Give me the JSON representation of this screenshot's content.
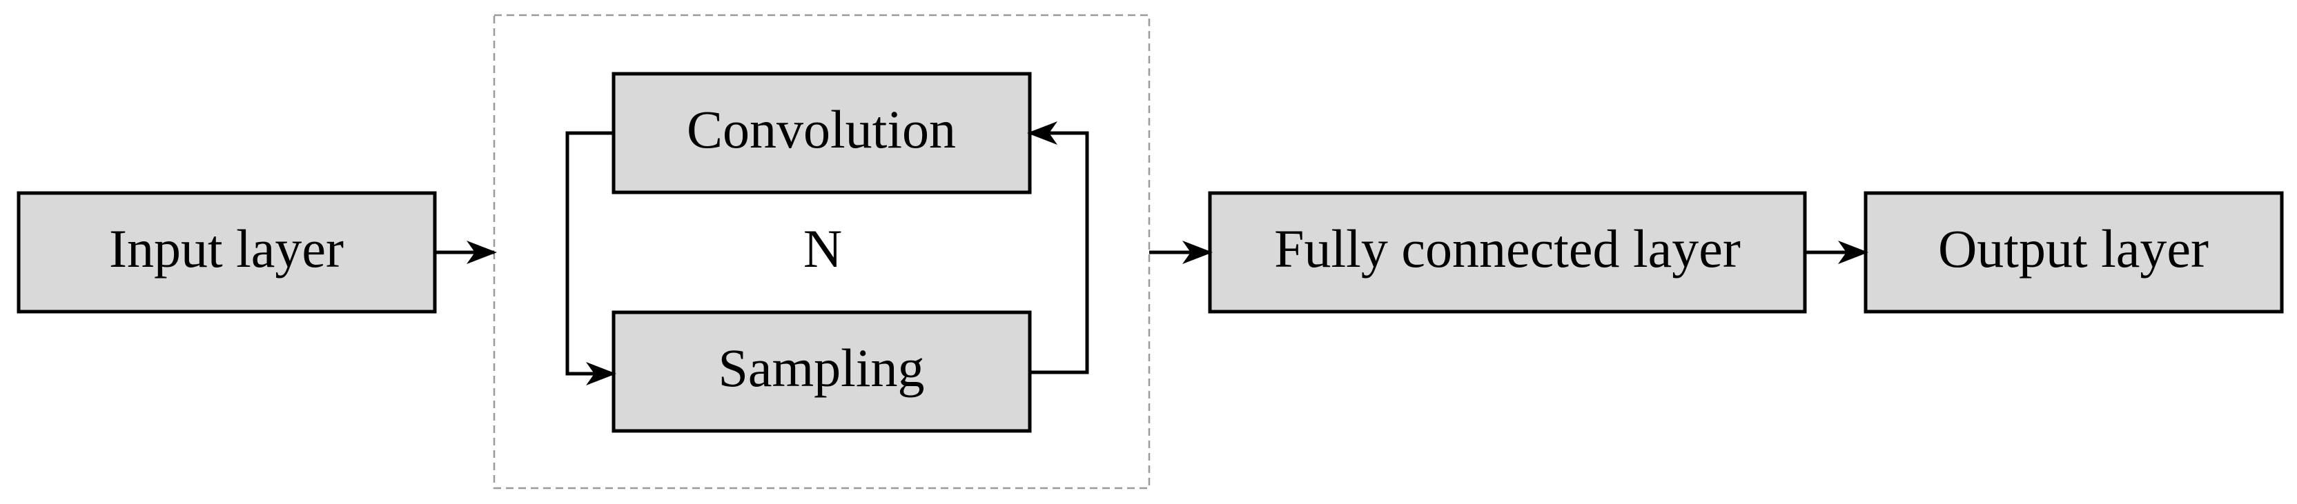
{
  "nodes": {
    "input_layer": "Input layer",
    "convolution": "Convolution",
    "repeat_count": "N",
    "sampling": "Sampling",
    "fully_connected_layer": "Fully connected layer",
    "output_layer": "Output layer"
  },
  "edges": [
    {
      "from": "input_layer",
      "to": "conv_sampling_group"
    },
    {
      "from": "convolution",
      "to": "sampling"
    },
    {
      "from": "sampling",
      "to": "convolution"
    },
    {
      "from": "conv_sampling_group",
      "to": "fully_connected_layer"
    },
    {
      "from": "fully_connected_layer",
      "to": "output_layer"
    }
  ],
  "colors": {
    "box_fill": "#d9d9d9",
    "box_stroke": "#000000",
    "group_border": "#9a9a9a",
    "background": "#ffffff"
  }
}
